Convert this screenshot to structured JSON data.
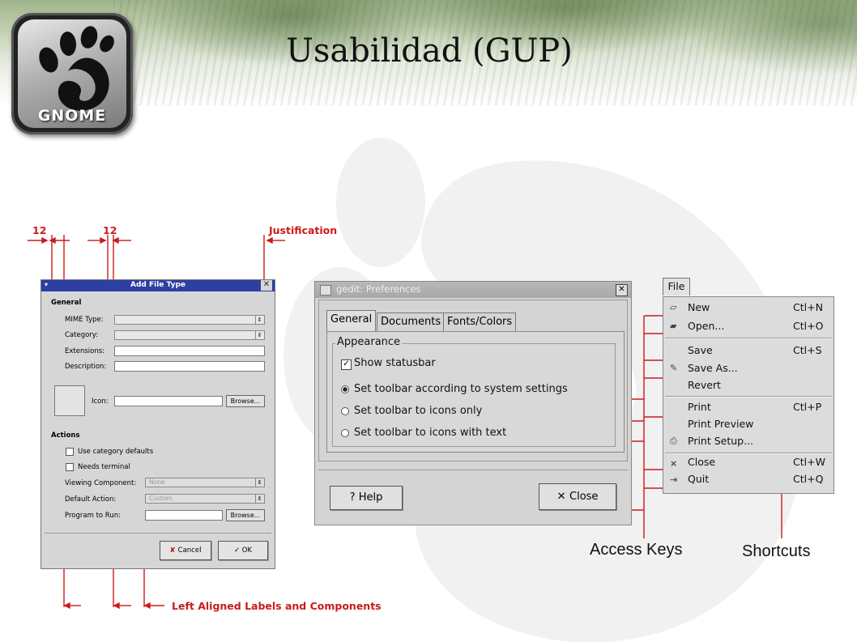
{
  "slide": {
    "title": "Usabilidad (GUP)",
    "logo_text": "GNOME"
  },
  "annotations": {
    "spacing_left": "12",
    "spacing_right": "12",
    "justification": "Justification",
    "left_aligned": "Left Aligned Labels and Components",
    "access_keys": "Access Keys",
    "shortcuts": "Shortcuts"
  },
  "add_file_type": {
    "title": "Add File Type",
    "general_heading": "General",
    "mime_type_label": "MIME Type:",
    "category_label": "Category:",
    "extensions_label": "Extensions:",
    "description_label": "Description:",
    "icon_label": "Icon:",
    "browse_label": "Browse...",
    "actions_heading": "Actions",
    "use_category_defaults": "Use category defaults",
    "needs_terminal": "Needs terminal",
    "viewing_component_label": "Viewing Component:",
    "viewing_component_value": "None",
    "default_action_label": "Default Action:",
    "default_action_value": "Custom",
    "program_to_run_label": "Program to Run:",
    "browse2_label": "Browse...",
    "cancel_label": "Cancel",
    "ok_label": "OK"
  },
  "gedit_prefs": {
    "title": "gedit: Preferences",
    "tabs": [
      "General",
      "Documents",
      "Fonts/Colors"
    ],
    "group_label": "Appearance",
    "show_statusbar": "Show statusbar",
    "radio_system": "Set toolbar according to system settings",
    "radio_icons": "Set toolbar to icons only",
    "radio_text": "Set toolbar to icons with text",
    "help_label": "Help",
    "close_label": "Close"
  },
  "file_menu": {
    "header": "File",
    "items": [
      {
        "label": "New",
        "shortcut": "Ctl+N"
      },
      {
        "label": "Open...",
        "shortcut": "Ctl+O"
      },
      {
        "label": "Save",
        "shortcut": "Ctl+S"
      },
      {
        "label": "Save As...",
        "shortcut": ""
      },
      {
        "label": "Revert",
        "shortcut": ""
      },
      {
        "label": "Print",
        "shortcut": "Ctl+P"
      },
      {
        "label": "Print Preview",
        "shortcut": ""
      },
      {
        "label": "Print Setup...",
        "shortcut": ""
      },
      {
        "label": "Close",
        "shortcut": "Ctl+W"
      },
      {
        "label": "Quit",
        "shortcut": "Ctl+Q"
      }
    ]
  },
  "colors": {
    "annotation_red": "#cc1a1a",
    "titlebar_blue": "#2d3fa0"
  }
}
